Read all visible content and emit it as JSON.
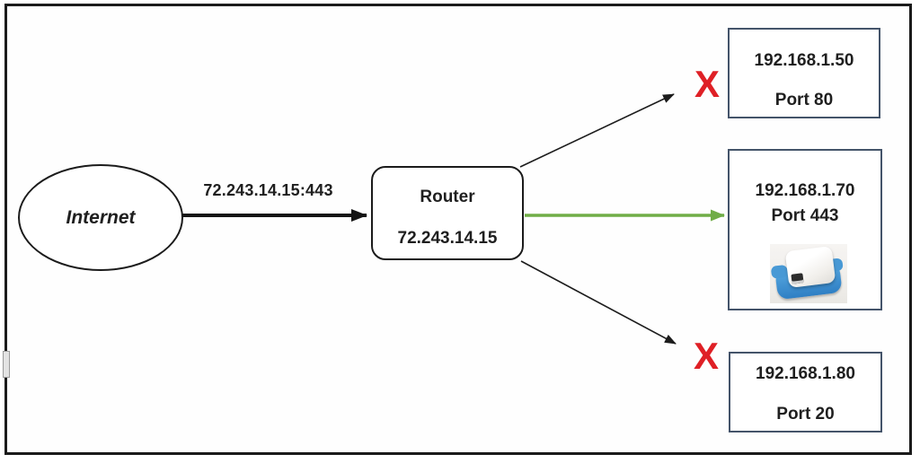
{
  "diagram": {
    "internet_label": "Internet",
    "wan_arrow_label": "72.243.14.15:443",
    "router": {
      "title": "Router",
      "ip": "72.243.14.15"
    },
    "targets": [
      {
        "ip": "192.168.1.50",
        "port": "Port 80",
        "blocked": true
      },
      {
        "ip": "192.168.1.70",
        "port": "Port 443",
        "blocked": false
      },
      {
        "ip": "192.168.1.80",
        "port": "Port 20",
        "blocked": true
      }
    ],
    "blocked_mark": "X",
    "colors": {
      "allowed_arrow": "#70AD47",
      "blocked_mark": "#DF2026",
      "target_box_border": "#44546A",
      "shape_outline": "#1B1B1B"
    }
  }
}
